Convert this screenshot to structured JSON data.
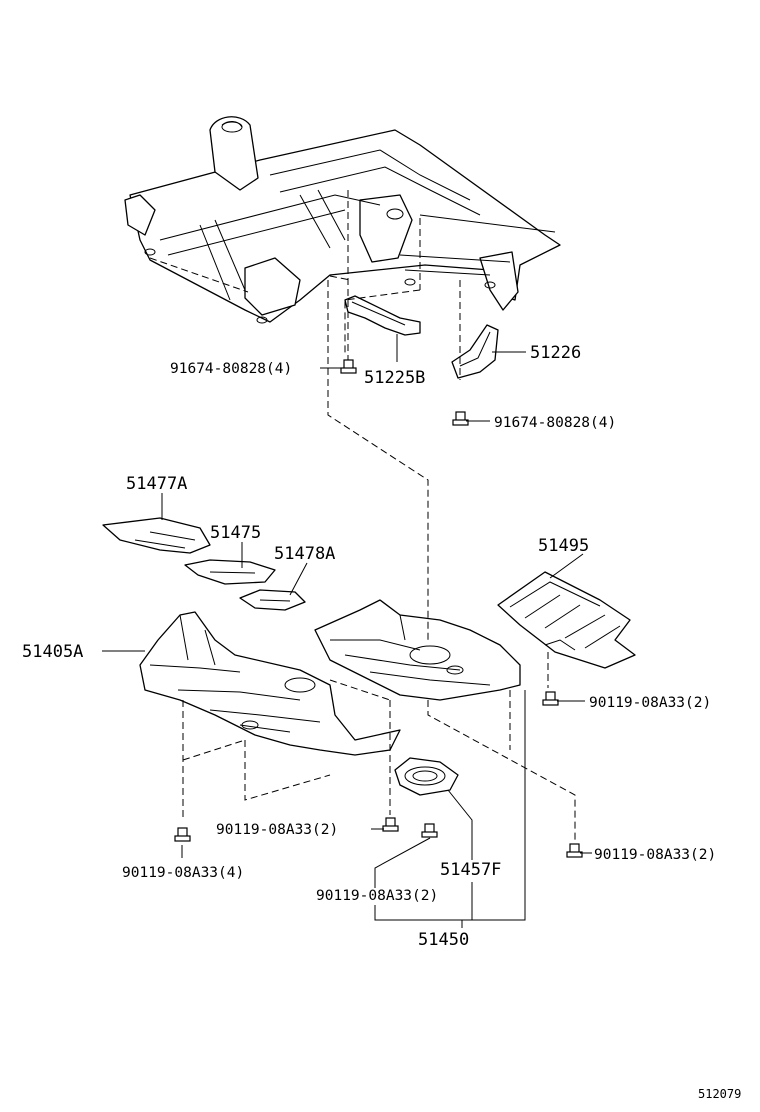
{
  "diagram": {
    "parts": {
      "p51226": "51226",
      "p51225B": "51225B",
      "p51477A": "51477A",
      "p51475": "51475",
      "p51478A": "51478A",
      "p51495": "51495",
      "p51405A": "51405A",
      "p51457F": "51457F",
      "p51450": "51450"
    },
    "fasteners": {
      "f_left_upper": "91674-80828(4)",
      "f_right_upper": "91674-80828(4)",
      "f_right_mid": "90119-08A33(2)",
      "f_center_mid": "90119-08A33(2)",
      "f_right_low": "90119-08A33(2)",
      "f_left_low": "90119-08A33(4)",
      "f_center_low": "90119-08A33(2)"
    },
    "figure_id": "512079"
  }
}
